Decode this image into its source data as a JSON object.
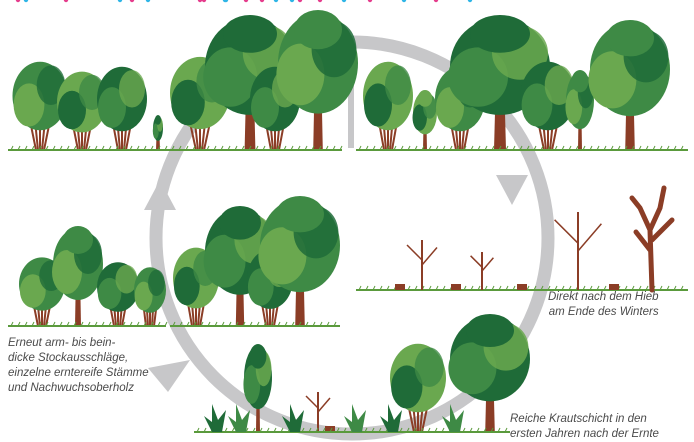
{
  "diagram": {
    "colors": {
      "cycle_arrow": "#c7c7c9",
      "trunk": "#8b3d26",
      "foliage_dark": "#1f6b38",
      "foliage_mid": "#3e8a45",
      "foliage_light": "#6aa84f",
      "ground": "#5a9a3c",
      "flower_pink": "#e53c8c",
      "flower_blue": "#2fb5e6"
    },
    "stages": [
      {
        "id": "mature-coppice-with-standards",
        "caption_lines": []
      },
      {
        "id": "after-harvest",
        "caption_lines": [
          "Direkt nach dem Hieb",
          "am Ende des Winters"
        ]
      },
      {
        "id": "herb-layer",
        "caption_lines": [
          "Reiche Krautschicht in den",
          "ersten Jahren nach der Ernte"
        ]
      },
      {
        "id": "regrowth",
        "caption_lines": [
          "Erneut arm- bis bein-",
          "dicke Stockausschläge,",
          "einzelne erntereife Stämme",
          "und Nachwuchsoberholz"
        ]
      }
    ]
  }
}
